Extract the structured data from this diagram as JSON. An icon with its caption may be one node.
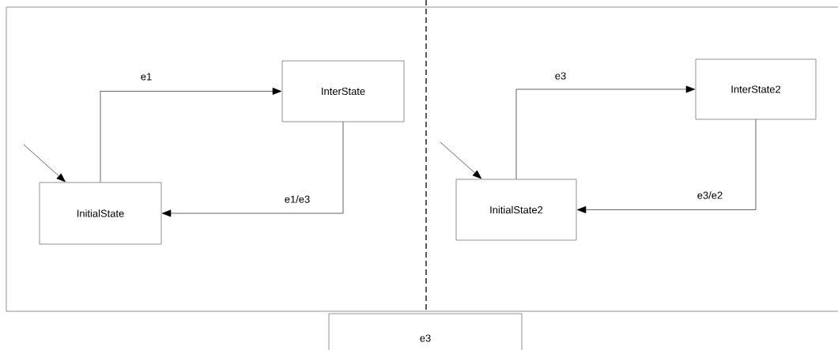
{
  "diagram": {
    "nodes": [
      {
        "text": [],
        "shape": "box"
      },
      {
        "text": [
          "InitialState"
        ],
        "in": 0
      },
      {
        "text": [
          "InterState"
        ],
        "in": 0
      },
      {
        "text": [
          "InitialState2"
        ],
        "in": 0
      },
      {
        "text": [
          "InterState2"
        ],
        "in": 0
      },
      {
        "text": [
          "e3"
        ]
      }
    ],
    "edges": [
      {
        "from": null,
        "to": 1,
        "arrow": "to"
      },
      {
        "from": 1,
        "to": 2,
        "arrow": "to",
        "label": "e1"
      },
      {
        "from": 2,
        "to": 1,
        "arrow": "to",
        "label": "e1/e3"
      },
      {
        "from": null,
        "to": 3,
        "arrow": "to"
      },
      {
        "from": 3,
        "to": 4,
        "arrow": "to",
        "label": "e3"
      },
      {
        "from": 4,
        "to": 3,
        "arrow": "to",
        "label": "e3/e2"
      }
    ]
  }
}
